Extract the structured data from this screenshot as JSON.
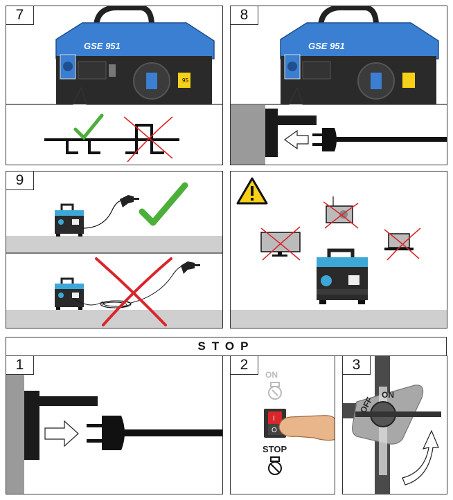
{
  "panels": {
    "p7": {
      "number": "7"
    },
    "p8": {
      "number": "8"
    },
    "p9": {
      "number": "9"
    },
    "stop_section": {
      "title": "STOP"
    },
    "s1": {
      "number": "1"
    },
    "s2": {
      "number": "2",
      "on_label": "ON",
      "stop_label": "STOP",
      "switch_label": "I  O"
    },
    "s3": {
      "number": "3",
      "on_label": "ON",
      "off_label": "OFF"
    }
  },
  "generator": {
    "brand_label": "GSE 951",
    "badge": "95"
  },
  "colors": {
    "generator_blue": "#3a7fd1",
    "check_green": "#4caf3a",
    "cross_red": "#d9262b",
    "floor_gray": "#cfcfcf",
    "wall_gray": "#9a9a9a",
    "warning_yellow": "#f7d117"
  },
  "icons": [
    "check-icon",
    "cross-icon",
    "warning-icon",
    "plug-icon",
    "drill-icon",
    "monitor-icon",
    "radio-icon",
    "laptop-icon",
    "finger-icon",
    "rotate-arrow-icon",
    "push-arrow-icon"
  ]
}
